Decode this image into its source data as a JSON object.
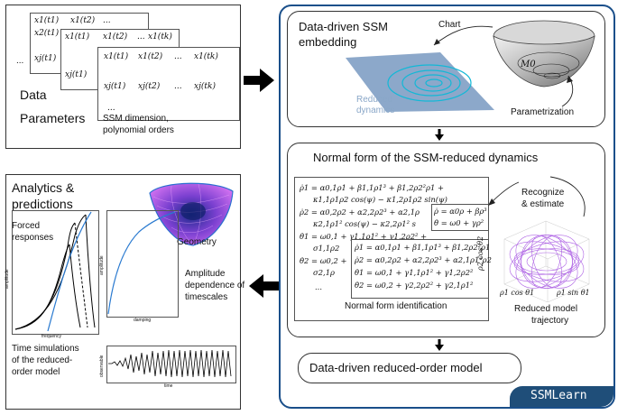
{
  "data_panel": {
    "matrix_cells": [
      "x1(t1)",
      "x1(t2)",
      "...",
      "x1(tk)",
      "x2(t1)",
      "xj(t1)",
      "xj(t2)",
      "xj(tk)"
    ],
    "ellipsis_left": "...",
    "data_label": "Data",
    "parameters_label": "Parameters",
    "parameters_desc_line1": "SSM dimension,",
    "parameters_desc_line2": "polynomial orders"
  },
  "ssm_panel": {
    "title_line1": "Data-driven SSM",
    "title_line2": "embedding",
    "chart_label": "Chart",
    "manifold_label": "M0",
    "reduced_line1": "Reduced",
    "reduced_line2": "dynamics",
    "parametrization_label": "Parametrization"
  },
  "normal_form_panel": {
    "title": "Normal form of the SSM-reduced dynamics",
    "identification_label": "Normal form identification",
    "recognize_line1": "Recognize",
    "recognize_line2": "& estimate",
    "trajectory_line1": "Reduced model",
    "trajectory_line2": "trajectory",
    "axis_x": "ρ1 cos θ1",
    "axis_y": "ρ2 cos θ2",
    "axis_z": "ρ1 sin θ1",
    "ellipsis": "...",
    "equations_back": [
      "ρ̇1 = α0,1ρ1 + β1,1ρ1³ + β1,2ρ2²ρ1 +",
      "κ1,1ρ1ρ2 cos(ψ) − κ1,2ρ1ρ2 sin(ψ)",
      "ρ̇2 = α0,2ρ2 + α2,2ρ2³ + α2,1ρ",
      "κ2,1ρ1² cos(ψ) − κ2,2ρ1² s",
      "θ̇1 = ω0,1 + γ1,1ρ1² + γ1,2ρ2² +",
      "σ1,1ρ2",
      "θ̇2 = ω0,2 +",
      "σ2,1ρ"
    ],
    "equations_side": [
      "ρ̇ = α0ρ + βρ³",
      "θ̇ = ω0 + γρ²"
    ],
    "equations_front": [
      "ρ̇1 = α0,1ρ1 + β1,1ρ1³ + β1,2ρ2²ρ1",
      "ρ̇2 = α0,2ρ2 + α2,2ρ2³ + α2,1ρ1²ρ2",
      "θ̇1 = ω0,1 + γ1,1ρ1² + γ1,2ρ2²",
      "θ̇2 = ω0,2 + γ2,2ρ2² + γ2,1ρ1²"
    ]
  },
  "rom_box": {
    "label": "Data-driven reduced-order model"
  },
  "brand": {
    "label": "SSMLearn"
  },
  "analytics_panel": {
    "title_line1": "Analytics &",
    "title_line2": "predictions",
    "forced_line1": "Forced",
    "forced_line2": "responses",
    "amplitude_axis": "amplitude",
    "frequency_axis": "frequency",
    "damping_axis": "damping",
    "geometry_label": "Geometry",
    "amp_dep_line1": "Amplitude",
    "amp_dep_line2": "dependence of",
    "amp_dep_line3": "timescales",
    "timesim_line1": "Time simulations",
    "timesim_line2": "of the reduced-",
    "timesim_line3": "order model",
    "observable_axis": "observable",
    "time_axis": "time"
  },
  "colors": {
    "accent_blue": "#1a4f8a",
    "brand_bg": "#1f4e79",
    "cyan": "#12b8d6",
    "plane": "#7f9fc4",
    "purple": "#a048e0"
  }
}
